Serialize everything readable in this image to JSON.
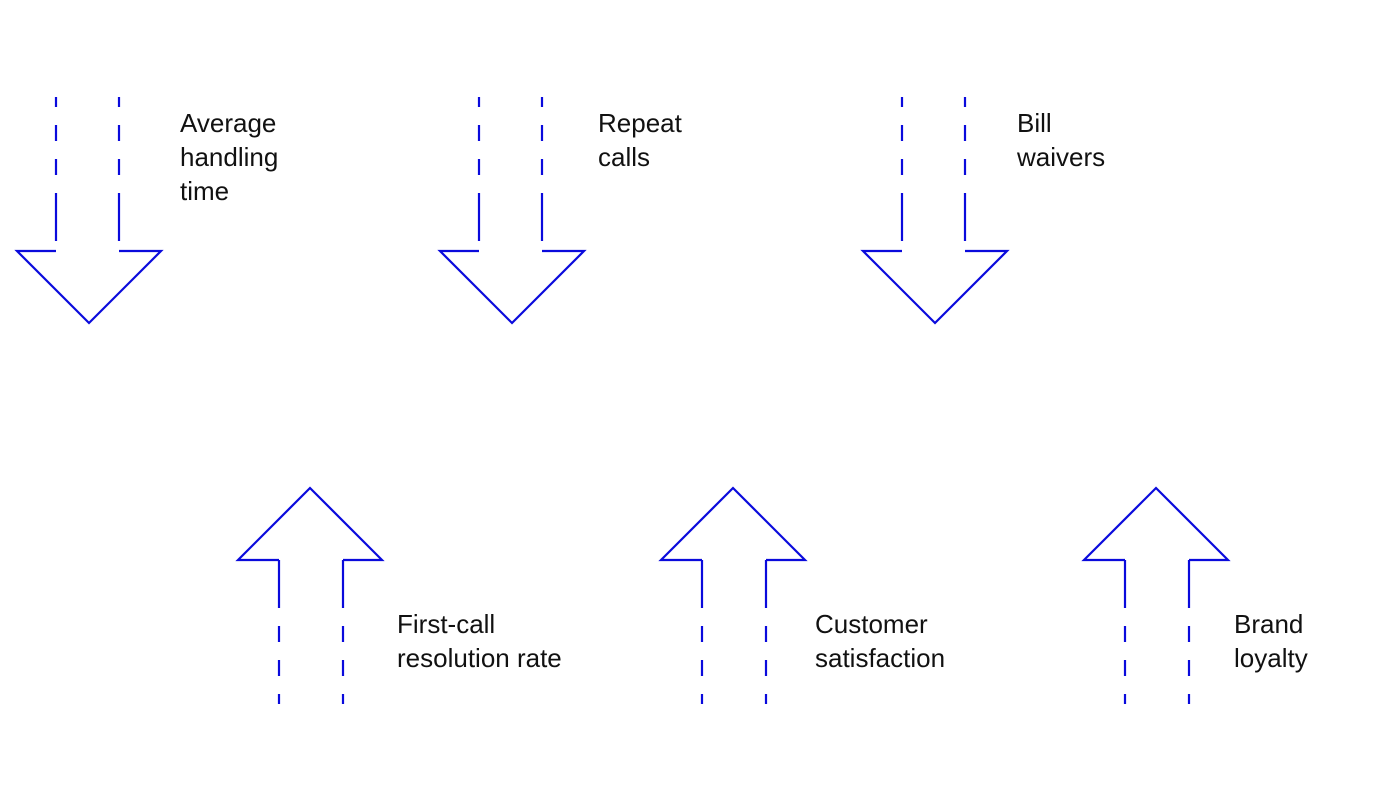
{
  "colors": {
    "arrow_stroke": "#0a0adc",
    "text": "#111111",
    "background": "#ffffff"
  },
  "decreasing": {
    "direction": "down",
    "icon": "arrow-down-icon",
    "items": [
      {
        "label_lines": [
          "Average",
          "handling",
          "time"
        ]
      },
      {
        "label_lines": [
          "Repeat",
          "calls"
        ]
      },
      {
        "label_lines": [
          "Bill",
          "waivers"
        ]
      }
    ]
  },
  "increasing": {
    "direction": "up",
    "icon": "arrow-up-icon",
    "items": [
      {
        "label_lines": [
          "First-call",
          "resolution rate"
        ]
      },
      {
        "label_lines": [
          "Customer",
          "satisfaction"
        ]
      },
      {
        "label_lines": [
          "Brand",
          "loyalty"
        ]
      }
    ]
  }
}
